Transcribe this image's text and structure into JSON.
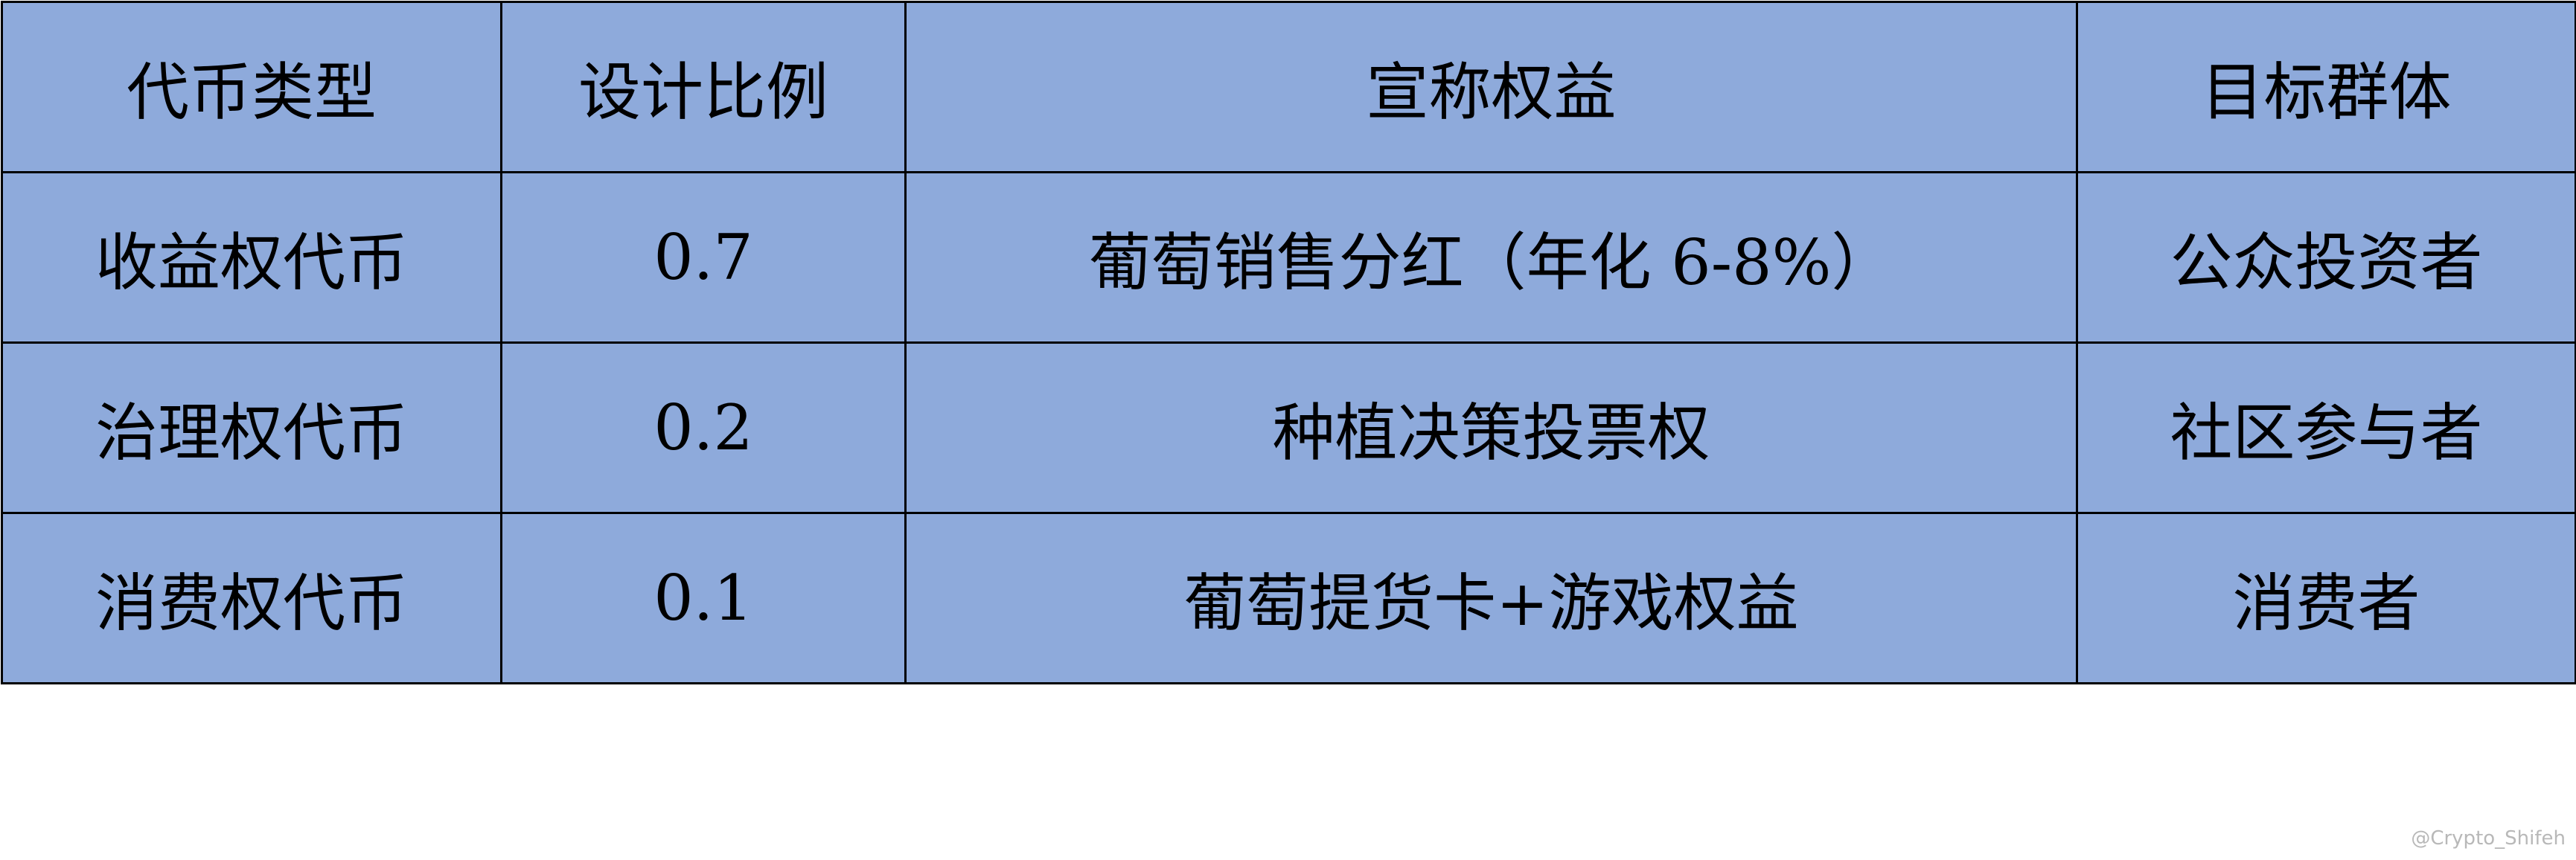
{
  "table": {
    "headers": [
      "代币类型",
      "设计比例",
      "宣称权益",
      "目标群体"
    ],
    "rows": [
      [
        "收益权代币",
        "0.7",
        "葡萄销售分红（年化 6-8%）",
        "公众投资者"
      ],
      [
        "治理权代币",
        "0.2",
        "种植决策投票权",
        "社区参与者"
      ],
      [
        "消费权代币",
        "0.1",
        "葡萄提货卡+游戏权益",
        "消费者"
      ]
    ]
  },
  "watermark": "@Crypto_Shifeh",
  "colors": {
    "cell_background": "#8eaadb",
    "border": "#000000",
    "text": "#000000"
  }
}
